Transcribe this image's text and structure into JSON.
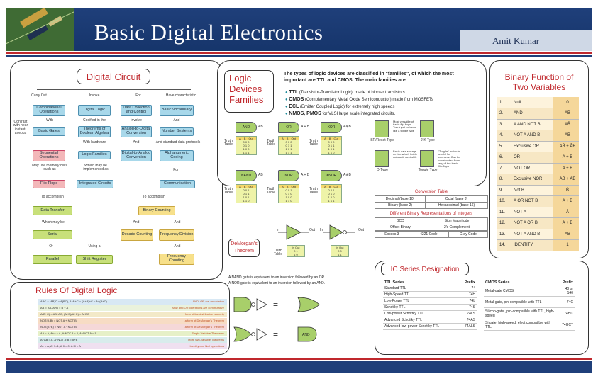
{
  "header": {
    "title": "Basic Digital Electronics",
    "author": "Amit Kumar"
  },
  "digital_circuit": {
    "title": "Digital Circuit",
    "top_labels": [
      "Carry Out",
      "Invoke",
      "For",
      "Have characteristic"
    ],
    "boxes": [
      "Combinational Operations",
      "Digital Logic",
      "Data Collection and Control",
      "Basic Vocabulary",
      "Basic Gates",
      "Theorems of Boolean Algebra",
      "Analog-to-Digital Conversion",
      "Number Systems",
      "Sequential Operations",
      "Logic Families",
      "Digital-to-Analog Conversion",
      "Alphanumeric Coding",
      "Flip-Flops",
      "Integrated Circuits",
      "Communication",
      "Data Transfer",
      "Binary Counting",
      "Serial",
      "Decade Counting",
      "Frequency Division",
      "Parallel",
      "Shift Register",
      "Frequency Counting"
    ],
    "link_labels": [
      "With",
      "Codified in the",
      "Involve",
      "And",
      "With hardware",
      "And standard data protocols",
      "May use memory cells such as",
      "Which may be implemented as",
      "For",
      "To accomplish",
      "To accomplish",
      "Which may be",
      "Or",
      "Using a",
      "And",
      "And",
      "And",
      "Contrast with near instant-aneous"
    ]
  },
  "rules": {
    "title": "Rules Of Digital Logic",
    "items": [
      [
        "ABC = (AB)C = A(BC), A+B+C = (A+B)+C = A+(B+C)",
        "AND, OR are associative"
      ],
      [
        "AB = BA, A+B = B + A",
        "AND and OR operations are commutative"
      ],
      [
        "A(B+C) = AB+AC, (A+B)(A+C) = A+BC",
        "form of the distributive property"
      ],
      [
        "NOT(A·B) = NOT A + NOT B",
        "a form of DeMorgan's Theorem"
      ],
      [
        "NOT(A+B) = NOT A · NOT B",
        "a form of DeMorgan's Theorem"
      ],
      [
        "AA = A, A+A = A, A·NOT A = 0, A+NOT A = 1",
        "Single Variable Theorems"
      ],
      [
        "A+AB = A, A+NOT A·B = A+B",
        "More two-variable Theorems"
      ],
      [
        "A1 = A, A+1=1, A·0 = 0, A+0 = A",
        "Identity and Null operations"
      ]
    ]
  },
  "families": {
    "title_lines": [
      "Logic",
      "Devices",
      "Families"
    ],
    "intro": "The types of logic devices are classified in \"families\", of which the most important are TTL and CMOS. The main families are :",
    "list": [
      [
        "TTL",
        "(Transistor-Transistor Logic), made of bipolar transistors."
      ],
      [
        "CMOS",
        "(Complementary Metal Oxide Semiconductor) made from MOSFETs"
      ],
      [
        "ECL",
        "(Emitter Coupled Logic) for extremely high speeds"
      ],
      [
        "NMOS, PMOS",
        "for VLSI large scale integrated circuits."
      ]
    ],
    "gates": [
      "AND",
      "OR",
      "XOR",
      "NAND",
      "NOR",
      "XNOR"
    ],
    "gate_out": [
      "AB",
      "A + B",
      "A⊕B",
      "AB",
      "A + B",
      "A⊕B"
    ],
    "truth_label": "Truth Table",
    "tt_head": [
      "A",
      "B",
      "Out"
    ],
    "flipflops": [
      [
        "SR/Reset Type",
        "Most versatile of basic flip-flops. Two input behavior like a toggle type"
      ],
      [
        "J-K Type",
        ""
      ],
      [
        "D-Type",
        "Basic data storage device which holds data until next shift"
      ],
      [
        "Toggle Type",
        "\"Toggle\" action is useful for counters. Can be constructed from any of the basic flip-flops"
      ]
    ]
  },
  "demorgan": {
    "title": "DeMorgan's Theorem",
    "notes": [
      "A NAND gate is equivalent to an inversion followed by an OR.",
      "A NOR gate is equivalent to an inversion followed by an AND."
    ],
    "in_label": "In",
    "out_label": "Out",
    "truth": "Truth Table"
  },
  "conversion": {
    "title": "Conversion Table",
    "rows": [
      [
        "Decimal (base 10)",
        "Octal (base 8)"
      ],
      [
        "Binary (base 2)",
        "Hexadecimal (base 16)"
      ]
    ],
    "rep_title": "Different Binary Representations of Integers",
    "rep_rows": [
      [
        "BCD",
        "Sign Magnitude"
      ],
      [
        "Offset Binary",
        "2's Complement"
      ]
    ],
    "rep_last": [
      "Excess 3",
      "4221 Code",
      "Gray Code"
    ]
  },
  "binary_fn": {
    "title_lines": [
      "Binary Function of",
      "Two Variables"
    ],
    "rows": [
      [
        "1.",
        "Null",
        "0"
      ],
      [
        "2.",
        "AND",
        "AB"
      ],
      [
        "3.",
        "A AND NOT B",
        "AB̄"
      ],
      [
        "4.",
        "NOT A AND B",
        "ĀB"
      ],
      [
        "5.",
        "Exclusive OR",
        "AB̄ + ĀB"
      ],
      [
        "6.",
        "OR",
        "A + B"
      ],
      [
        "7.",
        "NOT OR",
        "A + B"
      ],
      [
        "8.",
        "Exclusive NOR",
        "AB + ĀB̄"
      ],
      [
        "9.",
        "Not B",
        "B̄"
      ],
      [
        "10.",
        "A OR NOT B",
        "A + B̄"
      ],
      [
        "11.",
        "NOT A",
        "Ā"
      ],
      [
        "12.",
        "NOT A OR B",
        "Ā + B"
      ],
      [
        "13.",
        "NOT A AND B",
        "AB"
      ],
      [
        "14.",
        "IDENTITY",
        "1"
      ]
    ]
  },
  "ic": {
    "title": "IC Series Designation",
    "ttl_head": [
      "TTL Series",
      "Prefix"
    ],
    "ttl": [
      [
        "Standard TTL",
        "74"
      ],
      [
        "High-Speed TTL",
        "74H"
      ],
      [
        "Low-Power TTL",
        "74L"
      ],
      [
        "Schottky TTL",
        "74S"
      ],
      [
        "Low-power Schottky TTL",
        "74LS"
      ],
      [
        "Advanced Schottky TTL",
        "74AS"
      ],
      [
        "Advanced low-power Schottky TTL",
        "74ALS"
      ]
    ],
    "cmos_head": [
      "CMOS Series",
      "Prefix"
    ],
    "cmos": [
      [
        "Metal-gate CMOS",
        "40 or 140"
      ],
      [
        "Metal-gate, pin-compatible with TTL",
        "74C"
      ],
      [
        "Silicon-gate , pin-compatible with TTL, high-speed",
        "74HC"
      ],
      [
        "Si gate, high-speed, elect compatible with TTL",
        "74HCT"
      ]
    ]
  }
}
